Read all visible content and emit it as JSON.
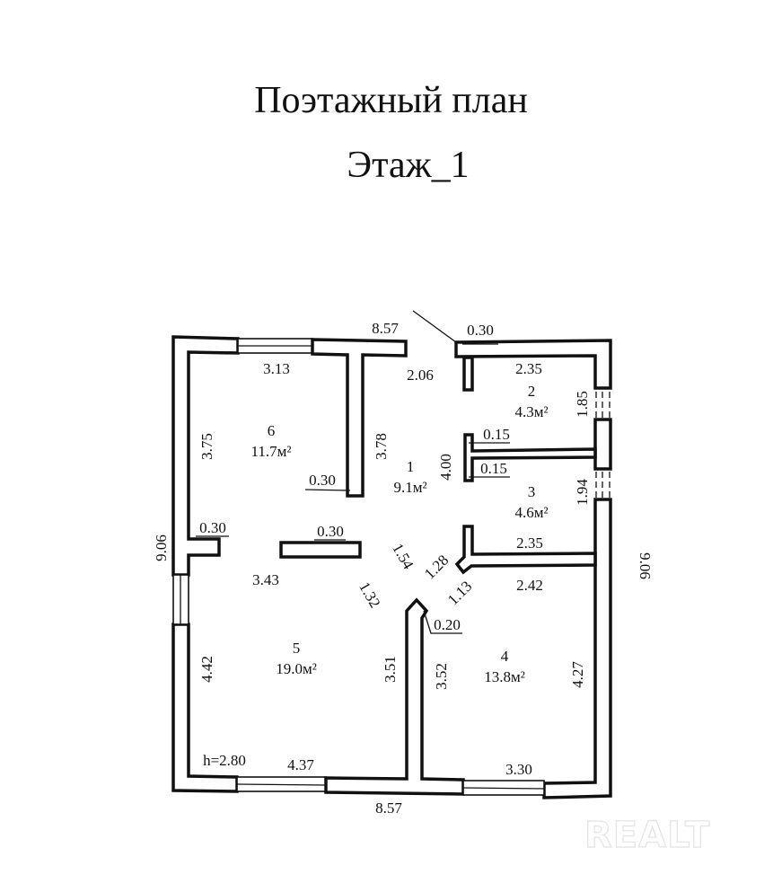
{
  "header": {
    "title": "Поэтажный план",
    "floor": "Этаж_1"
  },
  "rooms": [
    {
      "number": "1",
      "area": "9.1м²"
    },
    {
      "number": "2",
      "area": "4.3м²"
    },
    {
      "number": "3",
      "area": "4.6м²"
    },
    {
      "number": "4",
      "area": "13.8м²"
    },
    {
      "number": "5",
      "area": "19.0м²"
    },
    {
      "number": "6",
      "area": "11.7м²"
    }
  ],
  "dimensions": {
    "overall_top": "8.57",
    "overall_bottom": "8.57",
    "overall_left": "9.06",
    "overall_right": "9.06",
    "room6_width": "3.13",
    "room6_left": "3.75",
    "room6_right": "3.78",
    "hall_width": "2.06",
    "hall_height": "4.00",
    "room2_width": "2.35",
    "room2_window": "1.85",
    "room3_width": "2.35",
    "room3_window": "1.94",
    "room4_top": "2.42",
    "room4_left": "3.52",
    "room4_right": "4.27",
    "room4_bottom": "3.30",
    "room5_top": "3.43",
    "room5_left": "4.42",
    "room5_right": "3.51",
    "room5_bottom": "4.37",
    "diag_1": "1.54",
    "diag_2": "1.28",
    "diag_3": "1.32",
    "diag_4": "1.13",
    "wall_thickness_a": "0.30",
    "wall_thickness_b": "0.30",
    "wall_thickness_c": "0.30",
    "wall_thickness_d": "0.30",
    "partition_a": "0.15",
    "partition_b": "0.15",
    "partition_c": "0.20",
    "ceiling_height": "h=2.80"
  },
  "watermark": "REALT"
}
